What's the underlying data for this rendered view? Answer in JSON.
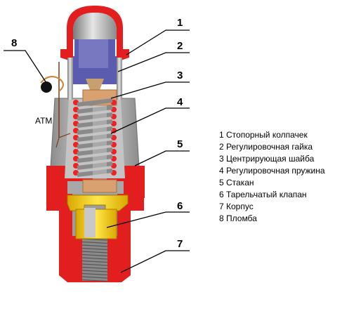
{
  "callouts": [
    "1",
    "2",
    "3",
    "4",
    "5",
    "6",
    "7",
    "8"
  ],
  "atm_label": "АТМ",
  "legend": [
    "1 Стопорный колпачек",
    "2 Регулировочная гайка",
    "3 Центрирующая шайба",
    "4 Регулировочная пружина",
    "5 Стакан",
    "6 Тарельчатый клапан",
    "7 Корпус",
    "8 Пломба"
  ],
  "colors": {
    "body_red": "#e31e1e",
    "cap_gray": "#b4b4b4",
    "nut_blue": "#5b5bb0",
    "washer_tan": "#d9a070",
    "valve_yellow": "#f2d200",
    "spring_red": "#ee2222"
  }
}
